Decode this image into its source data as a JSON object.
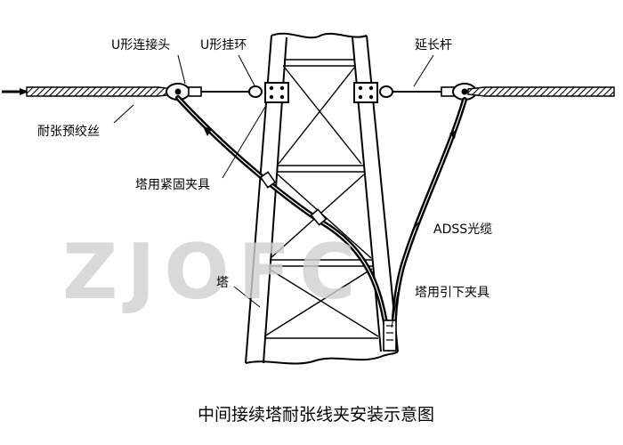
{
  "labels": {
    "u_connector": "U形连接头",
    "u_ring": "U形挂环",
    "extension_rod": "延长杆",
    "tension_wire": "耐张预绞丝",
    "tower_clamp": "塔用紧固夹具",
    "adss_cable": "ADSS光缆",
    "tower": "塔",
    "downlead_clamp": "塔用引下夹具"
  },
  "watermark": "ZJOFC",
  "caption": "中间接续塔耐张线夹安装示意图",
  "colors": {
    "line": "#000000",
    "watermark": "#cfcfcf",
    "background": "#ffffff"
  }
}
